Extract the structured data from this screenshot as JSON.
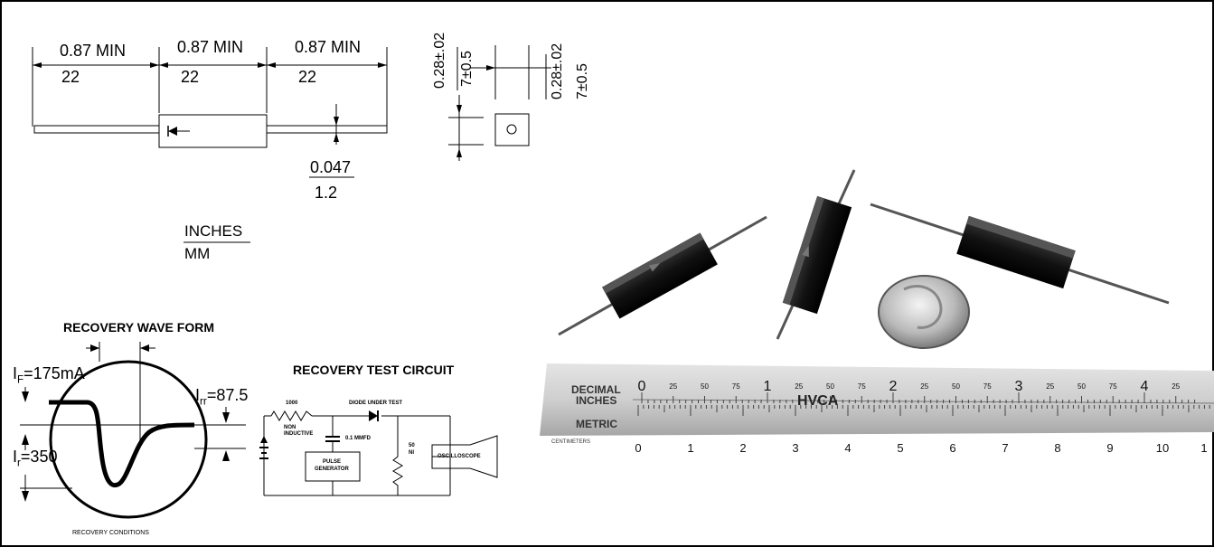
{
  "dimensions": {
    "dim1_in": "0.87 MIN",
    "dim1_mm": "22",
    "dim2_in": "0.87 MIN",
    "dim2_mm": "22",
    "dim3_in": "0.87 MIN",
    "dim3_mm": "22",
    "lead_in": "0.047",
    "lead_mm": "1.2",
    "side1_in": "0.28±.02",
    "side1_mm": "7±0.5",
    "side2_in": "0.28±.02",
    "side2_mm": "7±0.5",
    "units_top": "INCHES",
    "units_bottom": "MM"
  },
  "waveform": {
    "title": "RECOVERY WAVE FORM",
    "if_label": "I",
    "if_sub": "F",
    "if_value": "=175mA",
    "irr_label": "I",
    "irr_sub": "rr",
    "irr_value": "=87.5",
    "ir_label": "I",
    "ir_sub": "r",
    "ir_value": "=350",
    "caption": "RECOVERY CONDITIONS"
  },
  "circuit": {
    "title": "RECOVERY TEST CIRCUIT",
    "resistor1": "1000",
    "resistor1_note1": "NON",
    "resistor1_note2": "INDUCTIVE",
    "diode_label": "DIODE UNDER TEST",
    "capacitor": "0.1 MMFD",
    "pulse1": "PULSE",
    "pulse2": "GENERATOR",
    "resistor2a": "50",
    "resistor2b": "NI",
    "scope": "OSCILLOSCOPE"
  },
  "ruler": {
    "decimal1": "DECIMAL",
    "decimal2": "INCHES",
    "brand": "HVCA",
    "metric": "METRIC",
    "centimeters": "CENTIMETERS",
    "inch_major": [
      "0",
      "1",
      "2",
      "3",
      "4"
    ],
    "inch_minor": [
      "25",
      "50",
      "75"
    ],
    "inch_tail": "25",
    "cm_labels": [
      "0",
      "1",
      "2",
      "3",
      "4",
      "5",
      "6",
      "7",
      "8",
      "9",
      "10",
      "1"
    ]
  }
}
